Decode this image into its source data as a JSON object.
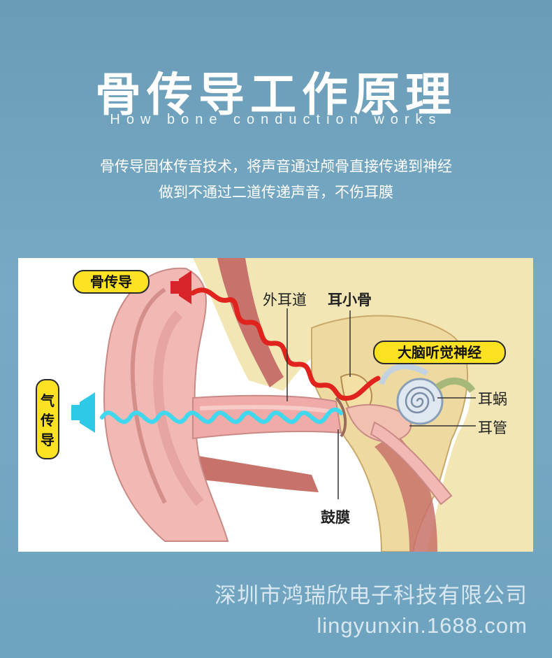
{
  "header": {
    "title": "骨传导工作原理",
    "subtitle": "How bone conduction works",
    "desc_line1": "骨传导固体传音技术，将声音通过颅骨直接传递到神经",
    "desc_line2": "做到不通过二道传递声音，不伤耳膜"
  },
  "diagram": {
    "tag_bone": "骨传导",
    "tag_brain": "大脑听觉神经",
    "tag_air": [
      "气",
      "传",
      "导"
    ],
    "label_outer_canal": "外耳道",
    "label_ossicles": "耳小骨",
    "label_cochlea": "耳蜗",
    "label_tube": "耳管",
    "label_eardrum": "鼓膜",
    "colors": {
      "bone_wave": "#e0231c",
      "air_wave": "#3fd8ee",
      "tag_fill": "#fde123",
      "skin": "#f2b8b4",
      "tissue": "#f3e6b5"
    }
  },
  "footer": {
    "company": "深圳市鸿瑞欣电子科技有限公司",
    "url": "lingyunxin.1688.com"
  }
}
